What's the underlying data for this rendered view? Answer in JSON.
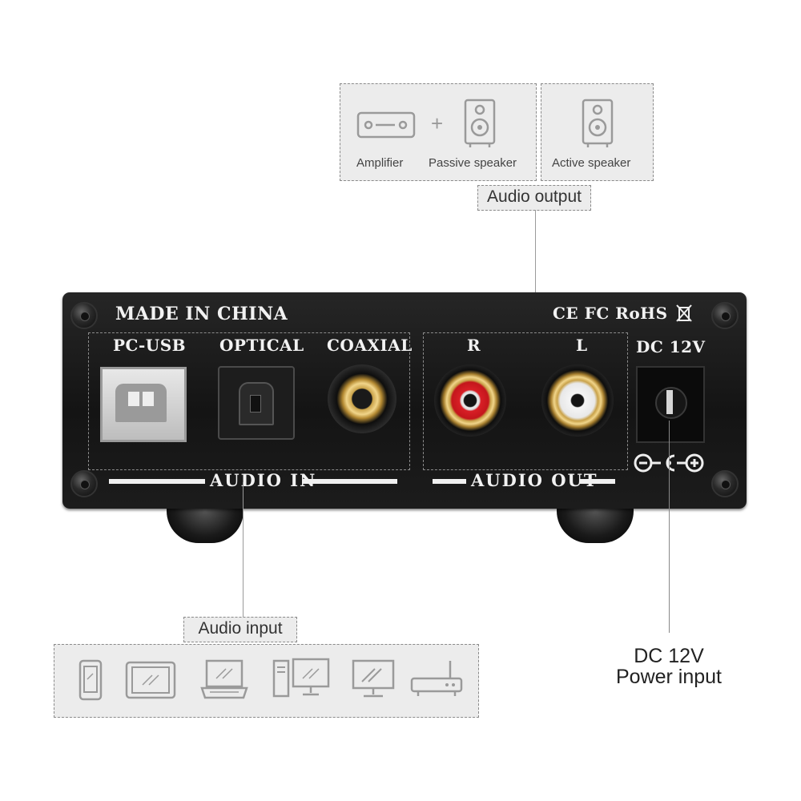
{
  "device": {
    "made_in": "MADE IN CHINA",
    "certs": "CE FC RoHS",
    "ports": {
      "pc_usb": "PC-USB",
      "optical": "OPTICAL",
      "coaxial": "COAXIAL",
      "right": "R",
      "left": "L",
      "dc": "DC 12V"
    },
    "sections": {
      "audio_in": "AUDIO IN",
      "audio_out": "AUDIO OUT"
    }
  },
  "output_callout": {
    "title": "Audio output",
    "amplifier": "Amplifier",
    "plus": "+",
    "passive_speaker": "Passive speaker",
    "active_speaker": "Active speaker"
  },
  "input_callout": {
    "title": "Audio input",
    "sources": [
      "phone-icon",
      "tablet-icon",
      "laptop-icon",
      "desktop-pc-icon",
      "monitor-icon",
      "router-icon"
    ]
  },
  "power_callout": {
    "line1": "DC 12V",
    "line2": "Power input"
  },
  "colors": {
    "callout_bg": "#ececec",
    "device_body": "#1a1a1a",
    "rca_red": "#d81f26",
    "rca_white": "#f2f2f2",
    "gold": "#c9a24a"
  }
}
